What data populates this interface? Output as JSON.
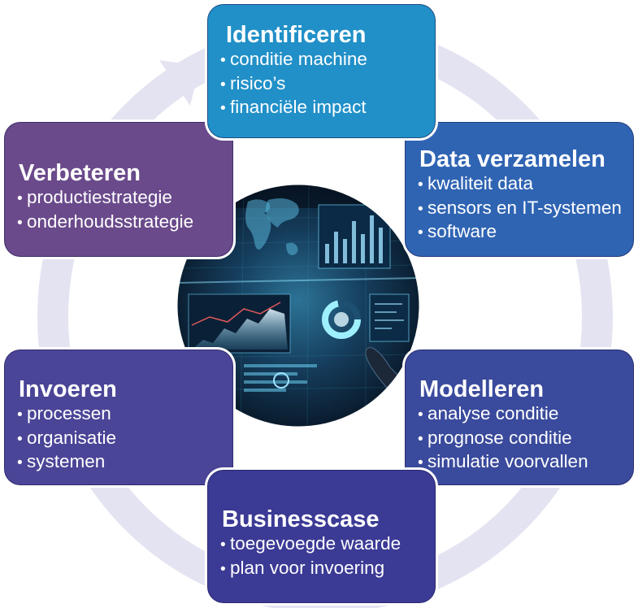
{
  "diagram": {
    "cycle_color": "#e4e3f1",
    "nodes": [
      {
        "title": "Identificeren",
        "items": [
          "conditie machine",
          "risico’s",
          "financiële impact"
        ],
        "color": "#2190c8"
      },
      {
        "title": "Data verzamelen",
        "items": [
          "kwaliteit data",
          "sensors en IT-systemen",
          "software"
        ],
        "color": "#2f64b3"
      },
      {
        "title": "Modelleren",
        "items": [
          "analyse conditie",
          "prognose conditie",
          "simulatie voorvallen"
        ],
        "color": "#3a4a9c"
      },
      {
        "title": "Businesscase",
        "items": [
          "toegevoegde waarde",
          "plan voor invoering"
        ],
        "color": "#3b3a95"
      },
      {
        "title": "Invoeren",
        "items": [
          "processen",
          "organisatie",
          "systemen"
        ],
        "color": "#4a4597"
      },
      {
        "title": "Verbeteren",
        "items": [
          "productiestrategie",
          "onderhoudsstrategie"
        ],
        "color": "#6a4a8b"
      }
    ]
  }
}
